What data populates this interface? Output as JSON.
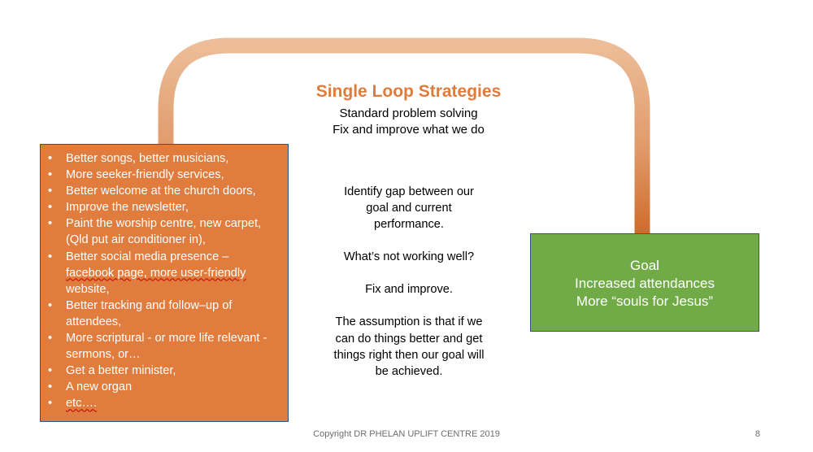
{
  "header": {
    "title": "Single Loop Strategies",
    "subtitle_1": "Standard problem solving",
    "subtitle_2": "Fix and improve what we do"
  },
  "strategies": [
    [
      "Better songs, better musicians,"
    ],
    [
      "More seeker-friendly services,"
    ],
    [
      "Better welcome at the church doors,"
    ],
    [
      "Improve the newsletter,"
    ],
    [
      "Paint the worship centre, new carpet,",
      "(Qld put air conditioner in),"
    ],
    [
      "Better social media presence –",
      "facebook page, more user-friendly",
      "website,"
    ],
    [
      "Better tracking and follow–up of",
      "attendees,"
    ],
    [
      "More scriptural - or more life relevant -",
      "sermons, or…"
    ],
    [
      "Get a better minister,"
    ],
    [
      "A new organ"
    ],
    [
      "etc…."
    ]
  ],
  "process": {
    "gap_lines": [
      "Identify gap between our",
      "goal and current",
      "performance."
    ],
    "question": "What’s not working well?",
    "action": "Fix and improve.",
    "assumption_lines": [
      "The assumption is that if we",
      "can do things better and get",
      "things right then our goal will",
      "be achieved."
    ]
  },
  "goal": {
    "label": "Goal",
    "line_1": "Increased attendances",
    "line_2": "More “souls for Jesus”"
  },
  "footer": {
    "copyright": "Copyright DR PHELAN UPLIFT CENTRE 2019",
    "page_number": "8"
  },
  "colors": {
    "arrow_start": "#e8b48c",
    "arrow_end": "#d06c2c",
    "strategy_box": "#e07c3e",
    "goal_box": "#71ab48",
    "box_border": "#35508a",
    "title": "#e07b3c"
  }
}
